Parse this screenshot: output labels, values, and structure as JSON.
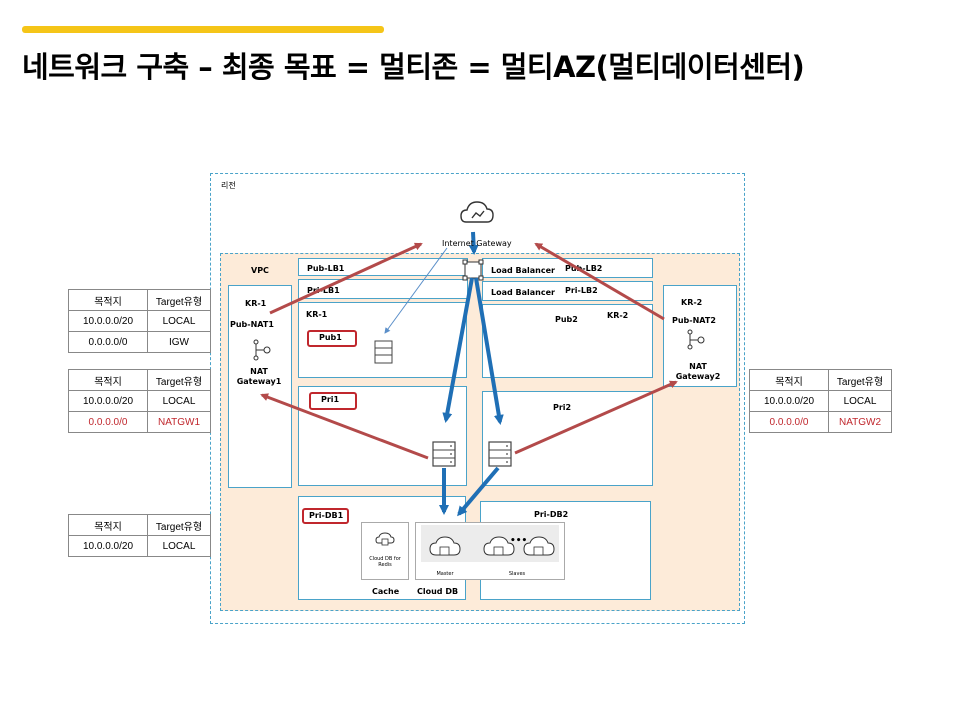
{
  "slide": {
    "title": "네트워크 구축 – 최종 목표 = 멀티존 = 멀티AZ(멀티데이터센터)"
  },
  "diagram": {
    "region_label": "리전",
    "vpc_label": "VPC",
    "igw_label": "Internet Gateway",
    "lb1_label": "Load Balancer",
    "lb2_label": "Load Balancer",
    "subnets": {
      "pub_lb1": "Pub-LB1",
      "pri_lb1": "Pri-LB1",
      "pub_lb2": "Pub-LB2",
      "pri_lb2": "Pri-LB2",
      "pub1": "Pub1",
      "pub2": "Pub2",
      "pri1": "Pri1",
      "pri2": "Pri2",
      "pri_db1": "Pri-DB1",
      "pri_db2": "Pri-DB2"
    },
    "zones": {
      "kr1_left": "KR-1",
      "kr1_inner": "KR-1",
      "kr2_inner": "KR-2",
      "kr2_right": "KR-2"
    },
    "nat": {
      "pub_nat1": "Pub-NAT1",
      "nat_gw1": "NAT Gateway1",
      "pub_nat2": "Pub-NAT2",
      "nat_gw2": "NAT Gateway2"
    },
    "db": {
      "redis_label": "Cloud DB for Redis",
      "master_label": "Master",
      "slaves_label": "Slaves",
      "ellipsis": "•••",
      "cache_label": "Cache",
      "clouddb_label": "Cloud DB"
    },
    "colors": {
      "accent": "#f5c518",
      "border": "#4aa3c9",
      "vpc_fill": "#fdebd9",
      "red_arrow": "#b34a4a",
      "blue_arrow": "#1f6fb5",
      "red_text": "#c0272d"
    }
  },
  "route_tables": [
    {
      "header": [
        "목적지",
        "Target유형"
      ],
      "rows": [
        {
          "dest": "10.0.0.0/20",
          "target": "LOCAL",
          "highlight": false
        },
        {
          "dest": "0.0.0.0/0",
          "target": "IGW",
          "highlight": false
        }
      ]
    },
    {
      "header": [
        "목적지",
        "Target유형"
      ],
      "rows": [
        {
          "dest": "10.0.0.0/20",
          "target": "LOCAL",
          "highlight": false
        },
        {
          "dest": "0.0.0.0/0",
          "target": "NATGW1",
          "highlight": true
        }
      ]
    },
    {
      "header": [
        "목적지",
        "Target유형"
      ],
      "rows": [
        {
          "dest": "10.0.0.0/20",
          "target": "LOCAL",
          "highlight": false
        }
      ]
    },
    {
      "header": [
        "목적지",
        "Target유형"
      ],
      "rows": [
        {
          "dest": "10.0.0.0/20",
          "target": "LOCAL",
          "highlight": false
        },
        {
          "dest": "0.0.0.0/0",
          "target": "NATGW2",
          "highlight": true
        }
      ]
    }
  ]
}
